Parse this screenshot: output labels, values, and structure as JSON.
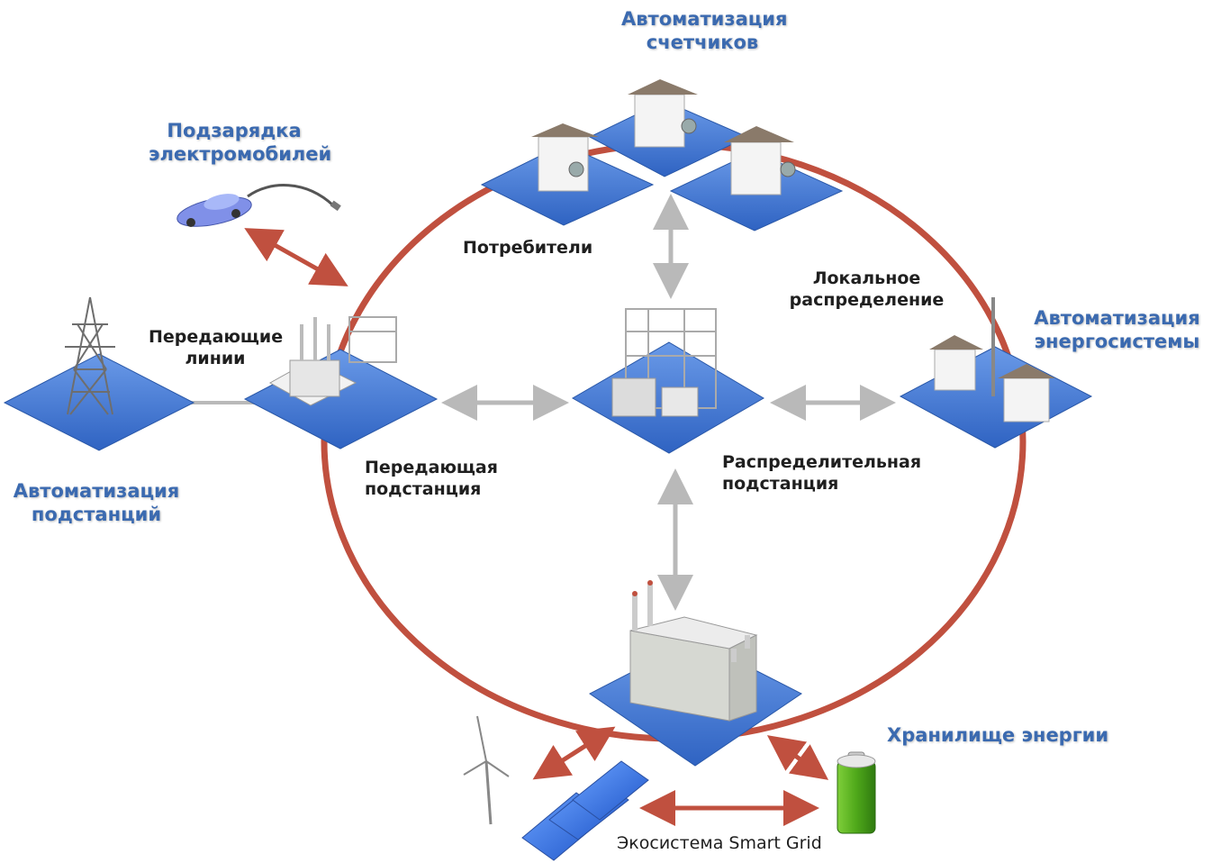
{
  "colors": {
    "ring": "#c0503f",
    "arrow_red": "#c0503f",
    "arrow_gray": "#b9b9b9",
    "platform": "#4a7fd8",
    "blue_label": "#3b6ab0",
    "dark_label": "#1f1f1f"
  },
  "labels": {
    "meter_automation": [
      "Автоматизация",
      "счетчиков"
    ],
    "ev_charging": [
      "Подзарядка",
      "электромобилей"
    ],
    "consumers": "Потребители",
    "local_distribution": [
      "Локальное",
      "распределение"
    ],
    "grid_automation": [
      "Автоматизация",
      "энергосистемы"
    ],
    "transmission_lines": [
      "Передающие",
      "линии"
    ],
    "substation_automation": [
      "Автоматизация",
      "подстанций"
    ],
    "transmission_substation": [
      "Передающая",
      "подстанция"
    ],
    "distribution_substation": [
      "Распределительная",
      "подстанция"
    ],
    "energy_storage": "Хранилище энергии",
    "ecosystem": "Экосистема Smart Grid"
  },
  "icons": {
    "pylon": "transmission-tower-icon",
    "substation": "transmission-substation-icon",
    "distribution": "distribution-substation-icon",
    "houses": "house-icon",
    "car": "electric-car-icon",
    "plant": "power-plant-icon",
    "wind": "wind-turbine-icon",
    "solar": "solar-panel-icon",
    "battery": "battery-icon"
  }
}
